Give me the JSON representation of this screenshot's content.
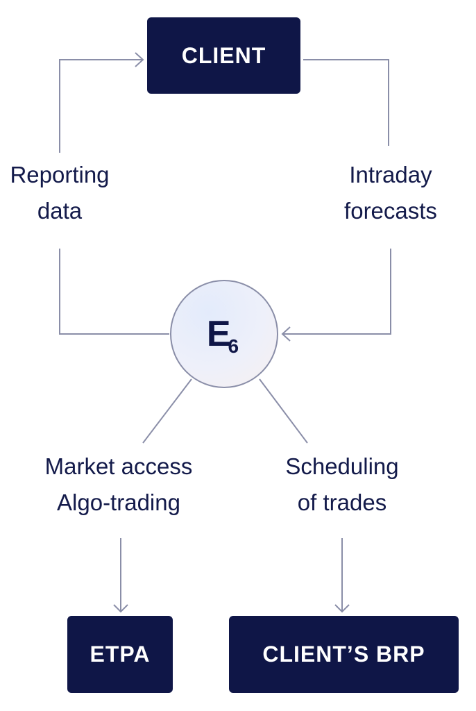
{
  "nodes": {
    "client": "CLIENT",
    "etpa": "ETPA",
    "client_brp": "CLIENT’S BRP",
    "hub_letter": "E",
    "hub_subscript": "6"
  },
  "labels": {
    "reporting": [
      "Reporting",
      "data"
    ],
    "intraday": [
      "Intraday",
      "forecasts"
    ],
    "market": [
      "Market access",
      "Algo-trading"
    ],
    "scheduling": [
      "Scheduling",
      "of trades"
    ]
  },
  "colors": {
    "box_fill": "#0f1647",
    "box_text": "#ffffff",
    "label_text": "#131a4a",
    "connector": "#8a8ea8"
  }
}
